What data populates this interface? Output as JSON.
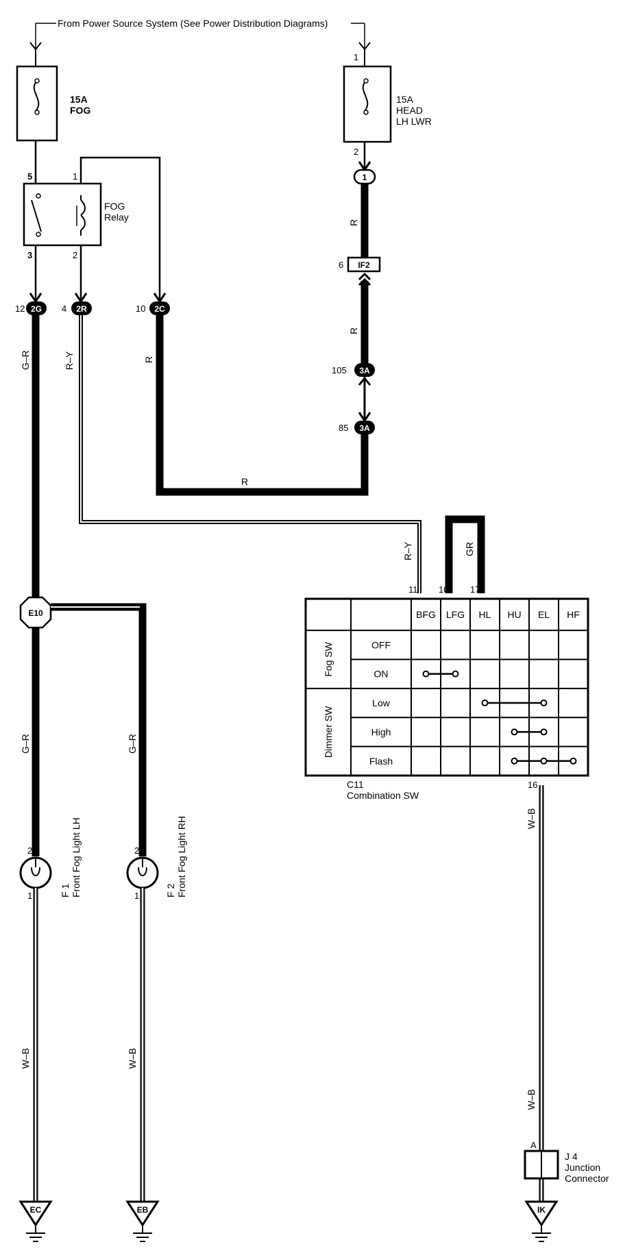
{
  "source_text": "From Power Source System (See Power Distribution Diagrams)",
  "fuses": {
    "fog": {
      "rating": "15A",
      "name": "FOG"
    },
    "head": {
      "rating": "15A",
      "name": "HEAD",
      "name2": "LH LWR",
      "pin_top": "1",
      "pin_bottom": "2"
    }
  },
  "relay": {
    "name": "FOG",
    "name2": "Relay",
    "pins": {
      "p5": "5",
      "p1": "1",
      "p3": "3",
      "p2": "2"
    }
  },
  "connectors": {
    "c2G": {
      "tag": "2G",
      "pin": "12"
    },
    "c2R": {
      "tag": "2R",
      "pin": "4"
    },
    "c2C": {
      "tag": "2C",
      "pin": "10"
    },
    "c1": {
      "tag": "1"
    },
    "cIF2": {
      "tag": "IF2",
      "pin": "6"
    },
    "c3A_105": {
      "tag": "3A",
      "pin": "105"
    },
    "c3A_85": {
      "tag": "3A",
      "pin": "85"
    },
    "e10": {
      "tag": "E10"
    }
  },
  "wires": {
    "gr1": "G–R",
    "ry1": "R–Y",
    "r1": "R",
    "r_head": "R",
    "r_mid": "R",
    "r_horiz": "R",
    "ry2": "R–Y",
    "gr_top": "GR",
    "gr2": "G–R",
    "gr3": "G–R",
    "wb1": "W–B",
    "wb2": "W–B",
    "wb3": "W–B",
    "wb4": "W–B"
  },
  "switch_table": {
    "pins": {
      "p11": "11",
      "p10": "10",
      "p17": "17",
      "p16": "16"
    },
    "columns": [
      "BFG",
      "LFG",
      "HL",
      "HU",
      "EL",
      "HF"
    ],
    "groups": [
      {
        "name": "Fog SW",
        "rows": [
          "OFF",
          "ON"
        ]
      },
      {
        "name": "Dimmer SW",
        "rows": [
          "Low",
          "High",
          "Flash"
        ]
      }
    ],
    "connections": [
      {
        "row": "ON",
        "from": "BFG",
        "to": "LFG"
      },
      {
        "row": "Low",
        "from": "HL",
        "to": "EL"
      },
      {
        "row": "High",
        "from": "HU",
        "to": "EL"
      },
      {
        "row": "Flash",
        "from": "HU",
        "to": "HF"
      }
    ],
    "id": "C11",
    "name": "Combination SW"
  },
  "lights": {
    "f1": {
      "id": "F 1",
      "name": "Front Fog Light LH",
      "pin_top": "2",
      "pin_bottom": "1"
    },
    "f2": {
      "id": "F 2",
      "name": "Front Fog Light RH",
      "pin_top": "2",
      "pin_bottom": "1"
    }
  },
  "junction": {
    "pin": "A",
    "id": "J 4",
    "name": "Junction",
    "name2": "Connector"
  },
  "grounds": {
    "ec": "EC",
    "eb": "EB",
    "ik": "IK"
  }
}
